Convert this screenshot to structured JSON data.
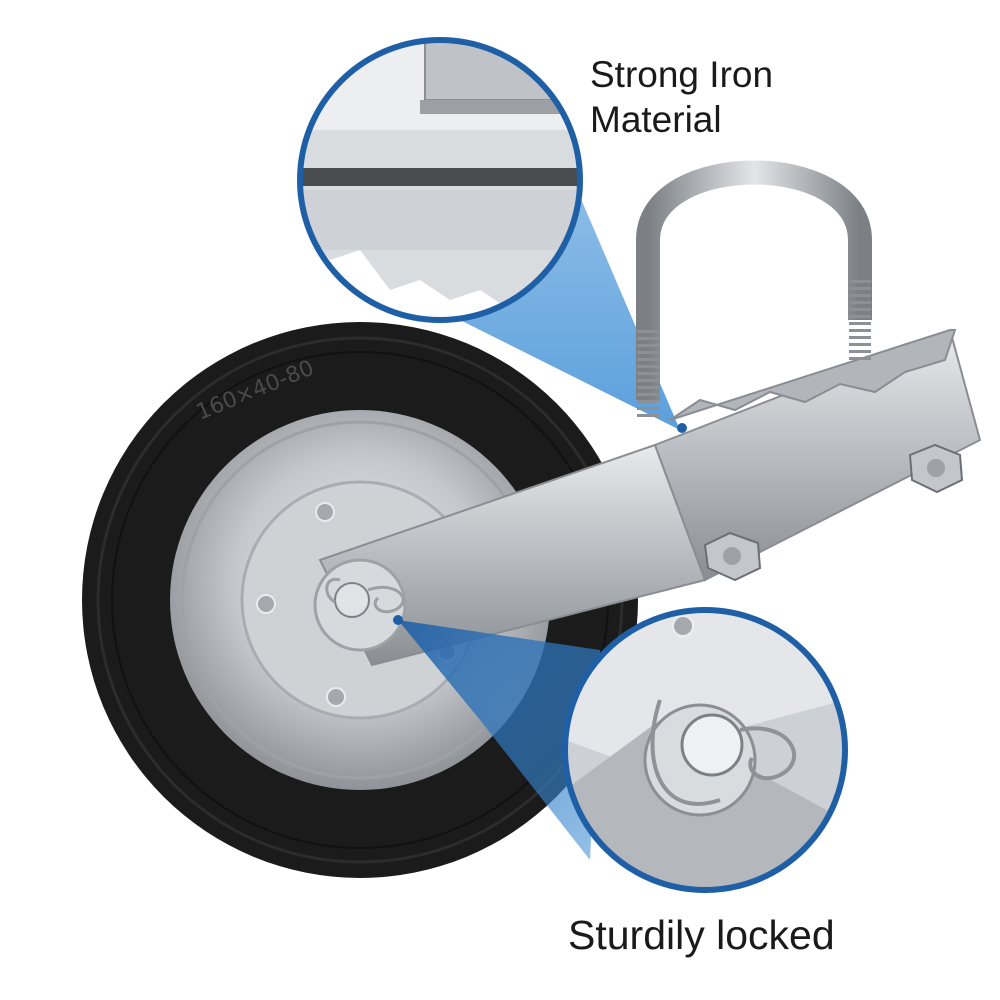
{
  "image": {
    "subject": "gate wheel",
    "tire_marking": "160×40-80",
    "colors": {
      "callout_blue": "#3e8fd6",
      "callout_ring": "#1f5fa6",
      "tire": "#1b1b1b",
      "steel": "#c9ccd0"
    }
  },
  "callouts": {
    "top": {
      "label": "Strong Iron Material",
      "line1": "Strong Iron",
      "line2": "Material"
    },
    "bottom": {
      "label": "Sturdily locked"
    }
  }
}
